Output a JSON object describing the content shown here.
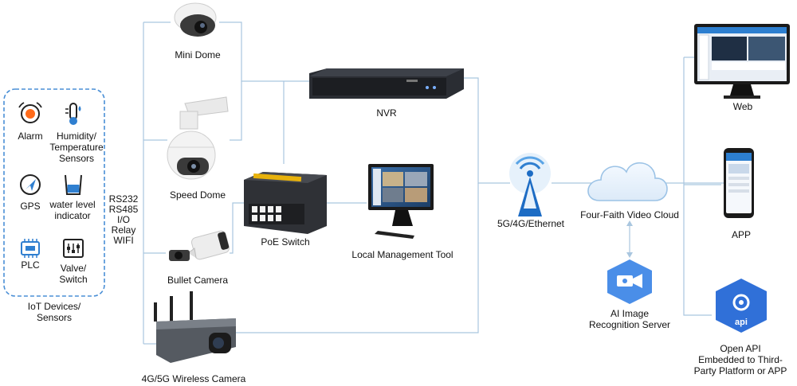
{
  "iot": {
    "group_label_line1": "IoT Devices/",
    "group_label_line2": "Sensors",
    "items": [
      {
        "line1": "Alarm",
        "line2": "",
        "line3": "",
        "icon": "alarm-icon"
      },
      {
        "line1": "Humidity/",
        "line2": "Temperature",
        "line3": "Sensors",
        "icon": "humidity-sensor-icon"
      },
      {
        "line1": "GPS",
        "line2": "",
        "line3": "",
        "icon": "gps-icon"
      },
      {
        "line1": "water level",
        "line2": "indicator",
        "line3": "",
        "icon": "water-level-icon"
      },
      {
        "line1": "PLC",
        "line2": "",
        "line3": "",
        "icon": "plc-icon"
      },
      {
        "line1": "Valve/",
        "line2": "Switch",
        "line3": "",
        "icon": "valve-switch-icon"
      }
    ]
  },
  "interfaces": [
    "RS232",
    "RS485",
    "I/O",
    "Relay",
    "WIFI"
  ],
  "devices": {
    "mini_dome": "Mini Dome",
    "speed_dome": "Speed Dome",
    "bullet_camera": "Bullet Camera",
    "wireless_camera": "4G/5G Wireless Camera",
    "nvr": "NVR",
    "poe_switch": "PoE Switch",
    "local_tool": "Local Management Tool",
    "network": "5G/4G/Ethernet",
    "cloud": "Four-Faith Video Cloud",
    "ai_line1": "AI Image",
    "ai_line2": "Recognition Server",
    "web": "Web",
    "app": "APP",
    "api_badge": "api",
    "api_line1": "Open API",
    "api_line2": "Embedded to Third-",
    "api_line3": "Party Platform or APP"
  },
  "colors": {
    "connector": "#a9c6df",
    "iot_border": "#4a8fd6",
    "icon_blue": "#2f7fd0",
    "ai_blue": "#4a8ee8",
    "api_blue": "#3070d8",
    "device_dark": "#2a2d33"
  }
}
